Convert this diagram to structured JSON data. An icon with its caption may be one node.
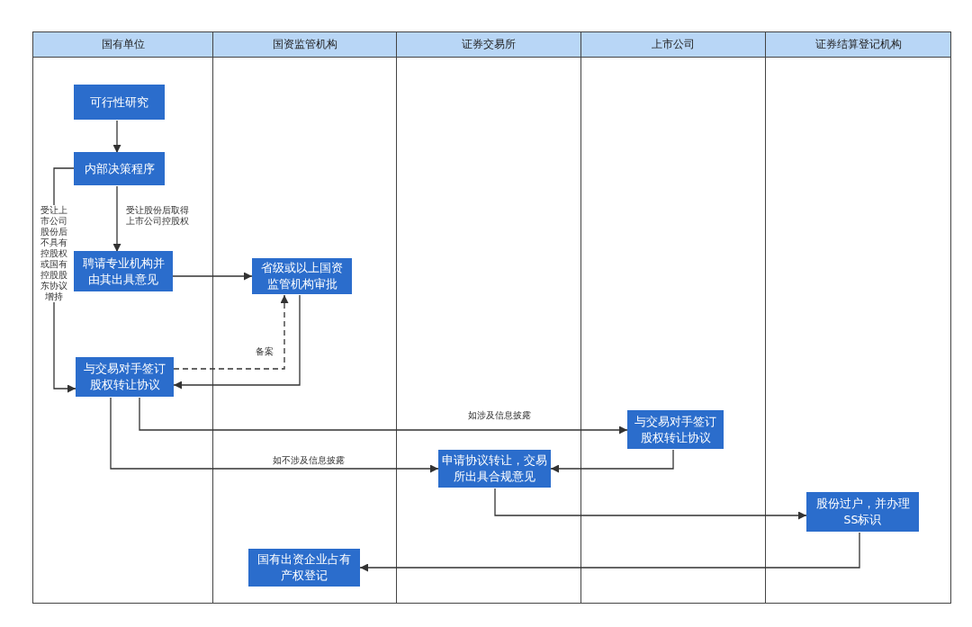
{
  "diagram": {
    "nodes": [
      {
        "text": [
          "国有单位"
        ]
      },
      {
        "text": [
          "国资监管机构"
        ]
      },
      {
        "text": [
          "证券交易所"
        ]
      },
      {
        "text": [
          "上市公司"
        ]
      },
      {
        "text": [
          "证券结算登记机构"
        ]
      },
      {
        "text": [
          "可行性研究"
        ],
        "in": 0
      },
      {
        "text": [
          "内部决策程序"
        ],
        "in": 0
      },
      {
        "text": [
          "聘请专业机构并由其出具意见"
        ],
        "in": 0
      },
      {
        "text": [
          "省级或以上国资监管机构审批"
        ],
        "in": 1
      },
      {
        "text": [
          "与交易对手签订股权转让协议"
        ],
        "in": 0
      },
      {
        "text": [
          "与交易对手签订股权转让协议"
        ],
        "in": 3
      },
      {
        "text": [
          "申请协议转让，交易所出具合规意见"
        ],
        "in": 2
      },
      {
        "text": [
          "股份过户，并办理SS标识"
        ],
        "in": 4
      },
      {
        "text": [
          "国有出资企业占有产权登记"
        ],
        "in": 1
      }
    ],
    "edges": [
      {
        "from": 5,
        "to": 6,
        "arrow": "to"
      },
      {
        "from": 6,
        "to": 7,
        "arrow": "to",
        "label": "受让股份后取得上市公司控股权"
      },
      {
        "from": 6,
        "to": 9,
        "arrow": "to",
        "label": "受让上市公司股份后不具有控股权或国有控股股东协议增持"
      },
      {
        "from": 7,
        "to": 8,
        "arrow": "to"
      },
      {
        "from": 9,
        "to": 8,
        "arrow": "to",
        "label": "备案",
        "style": "dashed"
      },
      {
        "from": 8,
        "to": 9,
        "arrow": "to"
      },
      {
        "from": 9,
        "to": 10,
        "arrow": "to",
        "label": "如涉及信息披露"
      },
      {
        "from": 9,
        "to": 11,
        "arrow": "to",
        "label": "如不涉及信息披露"
      },
      {
        "from": 10,
        "to": 11,
        "arrow": "to"
      },
      {
        "from": 11,
        "to": 12,
        "arrow": "to"
      },
      {
        "from": 12,
        "to": 13,
        "arrow": "to"
      }
    ]
  }
}
